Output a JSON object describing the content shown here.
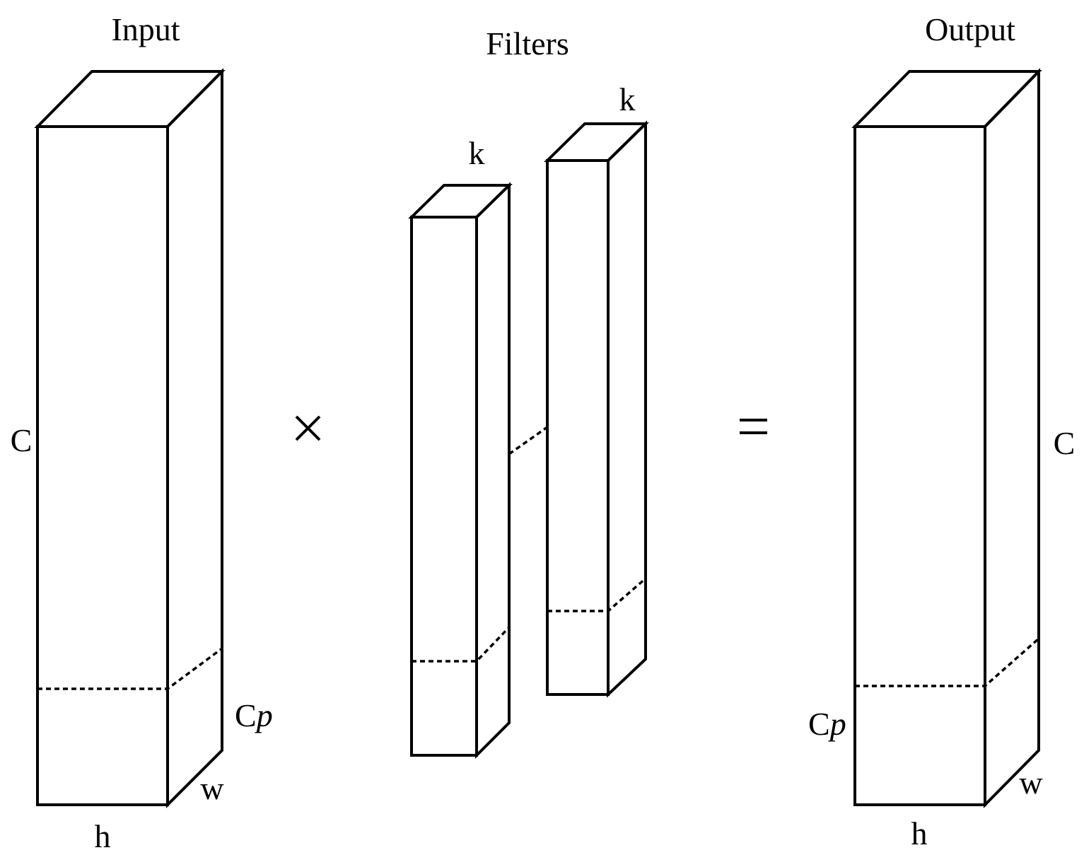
{
  "titles": {
    "input": "Input",
    "filters": "Filters",
    "output": "Output"
  },
  "operators": {
    "multiply": "×",
    "equals": "="
  },
  "input_block": {
    "channel_label": "C",
    "partial_channel_label_main": "C",
    "partial_channel_label_italic": "p",
    "height_label": "h",
    "width_label": "w"
  },
  "filters_block": {
    "filter1_kernel_label": "k",
    "filter2_kernel_label": "k"
  },
  "output_block": {
    "channel_label": "C",
    "partial_channel_label_main": "C",
    "partial_channel_label_italic": "p",
    "height_label": "h",
    "width_label": "w"
  },
  "colors": {
    "block_front": "#ffffff",
    "block_side": "#e3e3e3",
    "block_top": "#ffffff",
    "filter_front": "#93acdc",
    "filter_side": "#6a8dcf",
    "filter_top": "#c3d0eb",
    "stroke": "#000000"
  }
}
